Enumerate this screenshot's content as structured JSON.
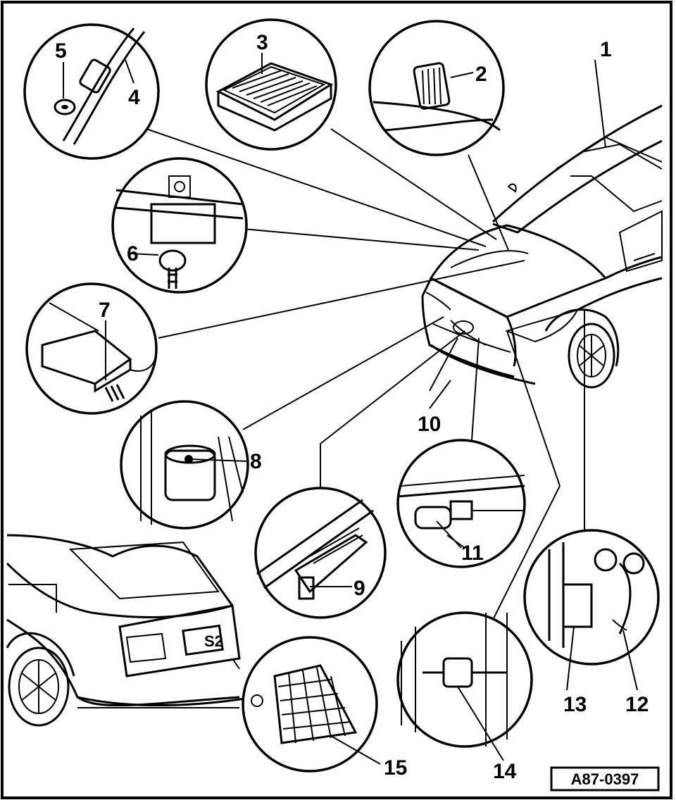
{
  "diagram": {
    "reference_code": "A87-0397",
    "callouts": [
      {
        "id": "1",
        "text": "1"
      },
      {
        "id": "2",
        "text": "2"
      },
      {
        "id": "3",
        "text": "3"
      },
      {
        "id": "4",
        "text": "4"
      },
      {
        "id": "5",
        "text": "5"
      },
      {
        "id": "6",
        "text": "6"
      },
      {
        "id": "7",
        "text": "7"
      },
      {
        "id": "8",
        "text": "8"
      },
      {
        "id": "9",
        "text": "9"
      },
      {
        "id": "10",
        "text": "10"
      },
      {
        "id": "11",
        "text": "11"
      },
      {
        "id": "12",
        "text": "12"
      },
      {
        "id": "13",
        "text": "13"
      },
      {
        "id": "14",
        "text": "14"
      },
      {
        "id": "15",
        "text": "15"
      }
    ],
    "rear_plate_text": "S2"
  }
}
